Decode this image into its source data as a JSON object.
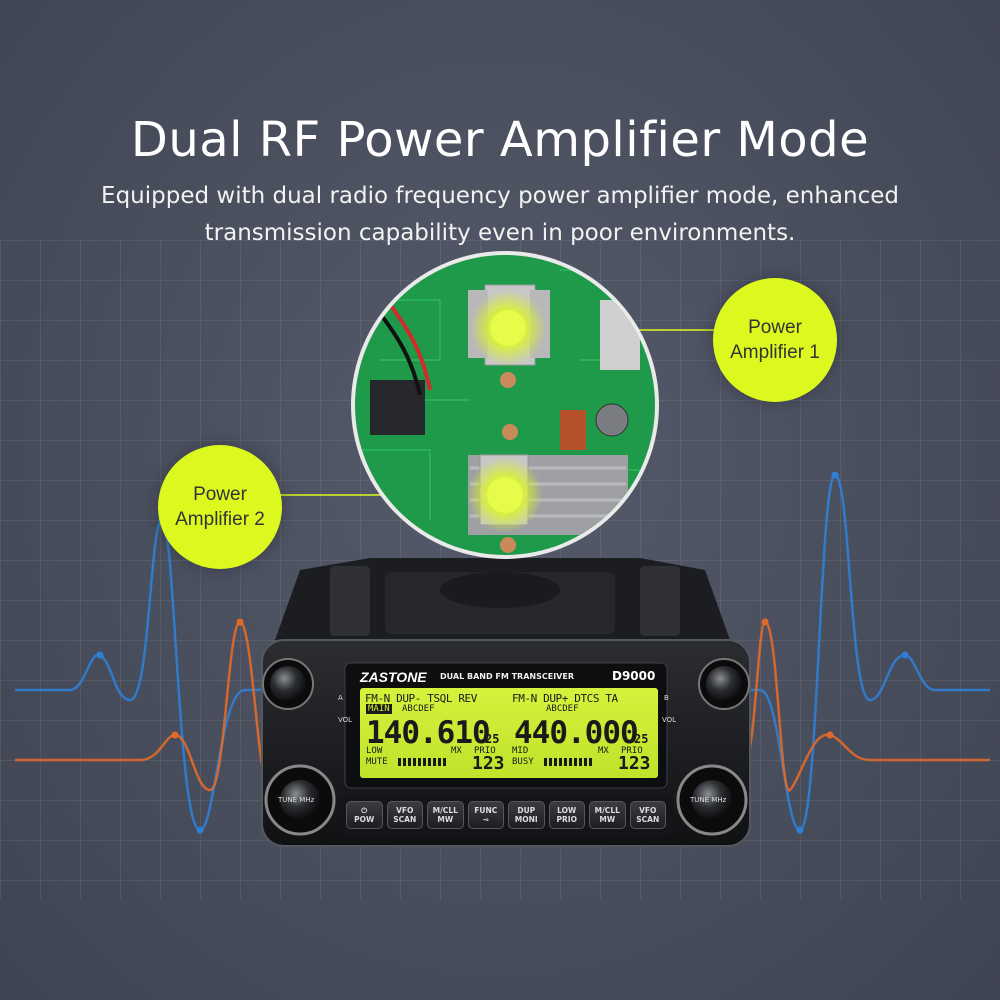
{
  "headline": "Dual RF Power Amplifier Mode",
  "description_line1": "Equipped with dual radio frequency power amplifier mode, enhanced",
  "description_line2": "transmission capability even in poor environments.",
  "callout_1": {
    "line1": "Power",
    "line2": "Amplifier 1"
  },
  "callout_2": {
    "line1": "Power",
    "line2": "Amplifier 2"
  },
  "colors": {
    "accent": "#dcf81f",
    "wave_blue": "#2f7fd6",
    "wave_orange": "#e06a2a",
    "lcd": "#cdea32"
  },
  "radio": {
    "brand": "ZASTONE",
    "descriptor": "DUAL BAND FM TRANSCEIVER",
    "model": "D9000",
    "left_knob_label": "A",
    "right_knob_label": "B",
    "vol_label": "VOL",
    "tune_label": "TUNE MHz",
    "lcd": {
      "left_status": "FM-N DUP- TSQL REV",
      "left_main": "MAIN",
      "left_name": "ABCDEF",
      "left_freq": "140.610",
      "left_sub": "25",
      "left_power": "LOW",
      "left_mode": "MUTE",
      "left_mx": "MX",
      "left_prio": "PRIO",
      "left_channel": "123",
      "right_status": "FM-N DUP+ DTCS TA",
      "right_name": "ABCDEF",
      "right_freq": "440.000",
      "right_sub": "25",
      "right_power": "MID",
      "right_mode": "BUSY",
      "right_mx": "MX",
      "right_prio": "PRIO",
      "right_channel": "123"
    },
    "keys": [
      {
        "top": "⏻",
        "bottom": "POW"
      },
      {
        "top": "VFO",
        "bottom": "SCAN"
      },
      {
        "top": "M/CLL",
        "bottom": "MW"
      },
      {
        "top": "FUNC",
        "bottom": "⊸"
      },
      {
        "top": "DUP",
        "bottom": "MONI"
      },
      {
        "top": "LOW",
        "bottom": "PRIO"
      },
      {
        "top": "M/CLL",
        "bottom": "MW"
      },
      {
        "top": "VFO",
        "bottom": "SCAN"
      }
    ]
  }
}
